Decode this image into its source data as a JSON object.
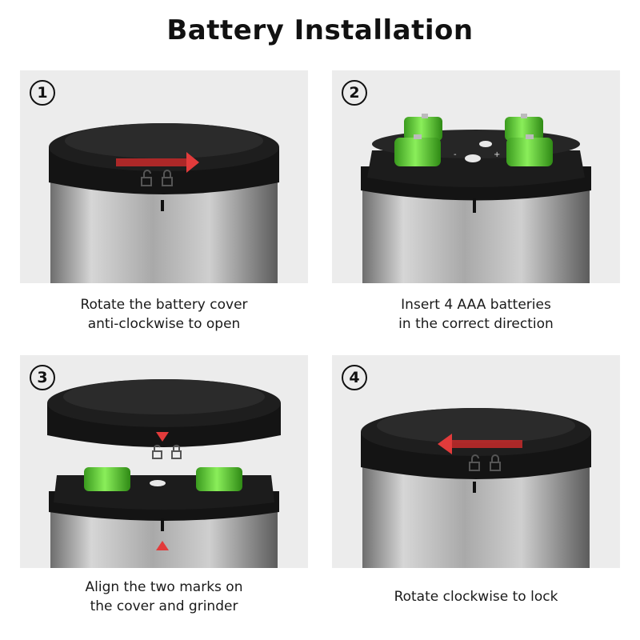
{
  "title": "Battery Installation",
  "colors": {
    "panel": "#ececec",
    "cap": "#1d1d1d",
    "steel": "#bfbfbf",
    "arrow": "#e23b3b",
    "battery": "#5fcf3a"
  },
  "icons": [
    "lock-open-icon",
    "lock-closed-icon",
    "arrow-right-icon",
    "arrow-left-icon",
    "triangle-marker-icon"
  ],
  "steps": [
    {
      "number": "1",
      "caption_lines": [
        "Rotate the battery cover",
        "anti-clockwise to open"
      ]
    },
    {
      "number": "2",
      "caption_lines": [
        "Insert 4 AAA batteries",
        "in the correct direction"
      ]
    },
    {
      "number": "3",
      "caption_lines": [
        "Align the two marks on",
        "the cover and grinder"
      ]
    },
    {
      "number": "4",
      "caption_lines": [
        "Rotate clockwise to lock"
      ]
    }
  ],
  "battery_marks": {
    "plus": "+",
    "minus": "-"
  }
}
